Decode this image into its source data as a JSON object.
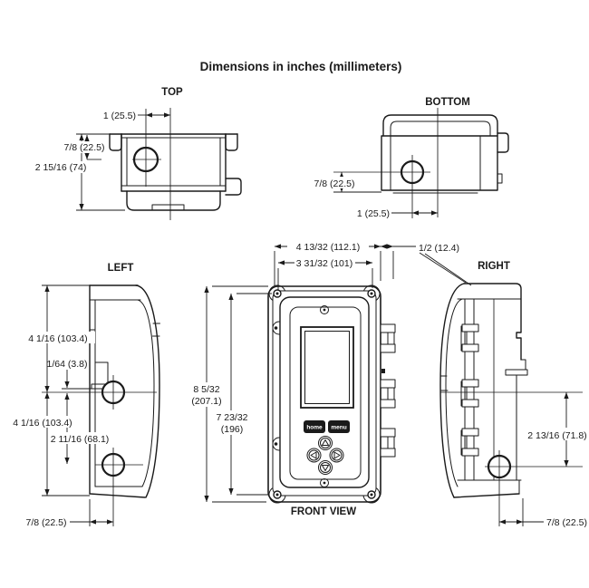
{
  "title": "Dimensions in inches (millimeters)",
  "views": {
    "top": {
      "label": "TOP",
      "dim_hole_offset": "1 (25.5)",
      "dim_top_to_hole": "7/8 (22.5)",
      "dim_overall_depth": "2 15/16 (74)"
    },
    "bottom": {
      "label": "BOTTOM",
      "dim_hole_to_bottom": "7/8 (22.5)",
      "dim_hole_offset": "1 (25.5)"
    },
    "left": {
      "label": "LEFT",
      "dim_top_to_hole": "4 1/16 (103.4)",
      "dim_tab_to_hole": "1/64 (3.8)",
      "dim_hole_to_bottom": "4 1/16 (103.4)",
      "dim_hole_spacing": "2 11/16 (68.1)",
      "dim_edge_to_hole": "7/8 (22.5)"
    },
    "front": {
      "label": "FRONT VIEW",
      "dim_overall_width": "4 13/32 (112.1)",
      "dim_mount_width": "3 31/32 (101)",
      "dim_clip_depth": "1/2 (12.4)",
      "dim_overall_height": [
        "8 5/32",
        "(207.1)"
      ],
      "dim_mount_height": [
        "7 23/32",
        "(196)"
      ],
      "device": {
        "home_button": "home",
        "menu_button": "menu"
      }
    },
    "right": {
      "label": "RIGHT",
      "dim_hole_to_centerline": "2 13/16 (71.8)",
      "dim_hole_to_edge": "7/8 (22.5)"
    }
  },
  "colors": {
    "line": "#1a1a1a",
    "background": "#ffffff"
  }
}
